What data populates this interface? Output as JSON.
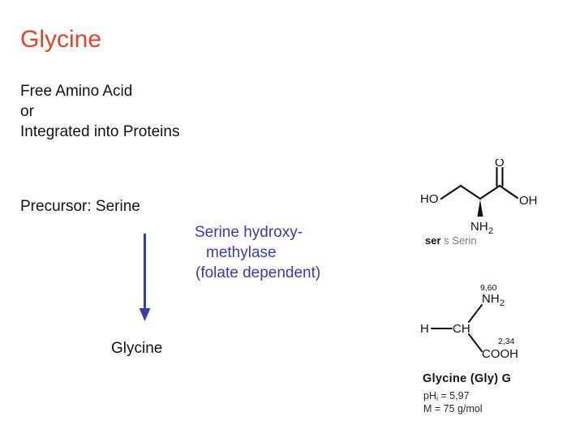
{
  "slide": {
    "title": "Glycine",
    "title_color": "#e04424",
    "background": "#ffffff"
  },
  "body": {
    "line1": "Free Amino Acid",
    "line2": "or",
    "line3": "Integrated into Proteins"
  },
  "pathway": {
    "precursor": "Precursor: Serine",
    "product": "Glycine",
    "arrow": {
      "direction": "down",
      "color": "#3b3bb0"
    },
    "enzyme": {
      "color": "#3b3bab",
      "line1": "Serine hydroxy-",
      "line2": "methylase",
      "line3": "(folate dependent)"
    }
  },
  "structures": {
    "serine": {
      "labels": {
        "hydroxyl": "HO",
        "carbonyl_oxygen": "O",
        "acid_hydroxyl": "OH",
        "amine": "NH",
        "amine_sub": "2"
      },
      "caption_abbr": "ser",
      "caption_letter": "s",
      "caption_name": "Serin"
    },
    "glycine": {
      "labels": {
        "alpha_hydrogen": "H",
        "alpha_carbon": "CH",
        "amine": "NH",
        "amine_sub": "2",
        "acid": "COOH",
        "pka_amine": "9,60",
        "pka_acid": "2,34"
      },
      "name": "Glycine (Gly) G",
      "pi_label": "pH",
      "pi_sub": "i",
      "pi_value": " = 5,97",
      "mass_line": "M = 75 g/mol"
    }
  }
}
